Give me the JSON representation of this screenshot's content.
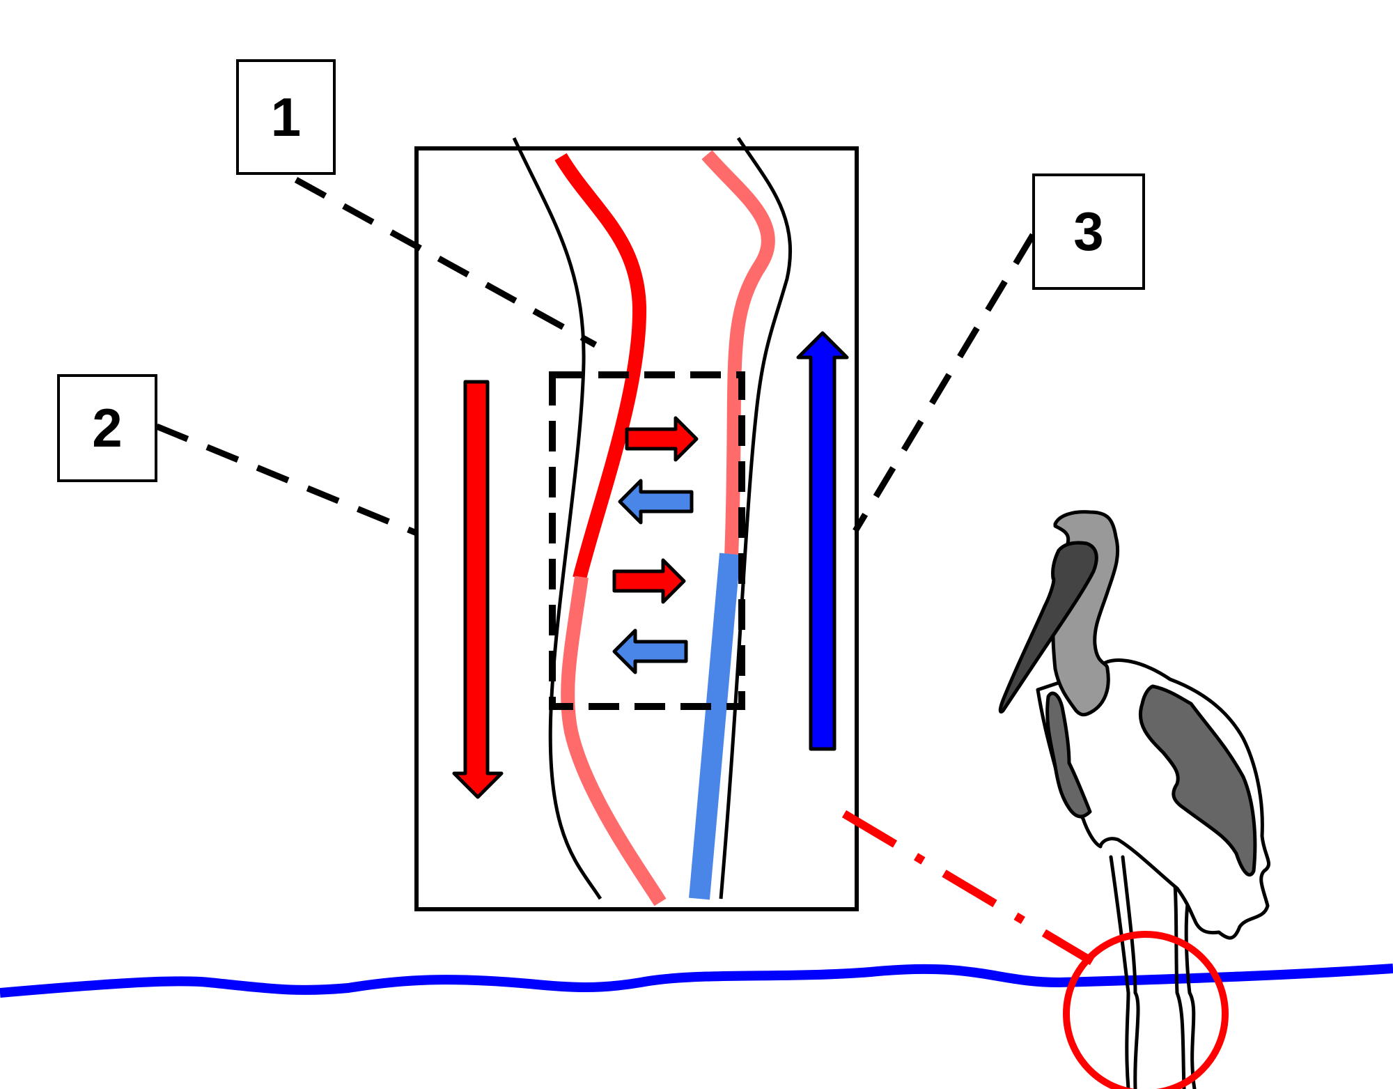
{
  "labels": {
    "label_1": "1",
    "label_2": "2",
    "label_3": "3"
  },
  "colors": {
    "warm_blood": "#ff0000",
    "cooled_blood": "#ff6b6b",
    "cold_blood": "#4a86e8",
    "venous_return": "#0000ff",
    "water": "#0000ff",
    "highlight": "#ff0000",
    "feather_light": "#999999",
    "feather_dark": "#666666",
    "beak": "#444444"
  },
  "icons": [
    "wading-bird-icon",
    "water-surface-line",
    "magnify-circle"
  ]
}
